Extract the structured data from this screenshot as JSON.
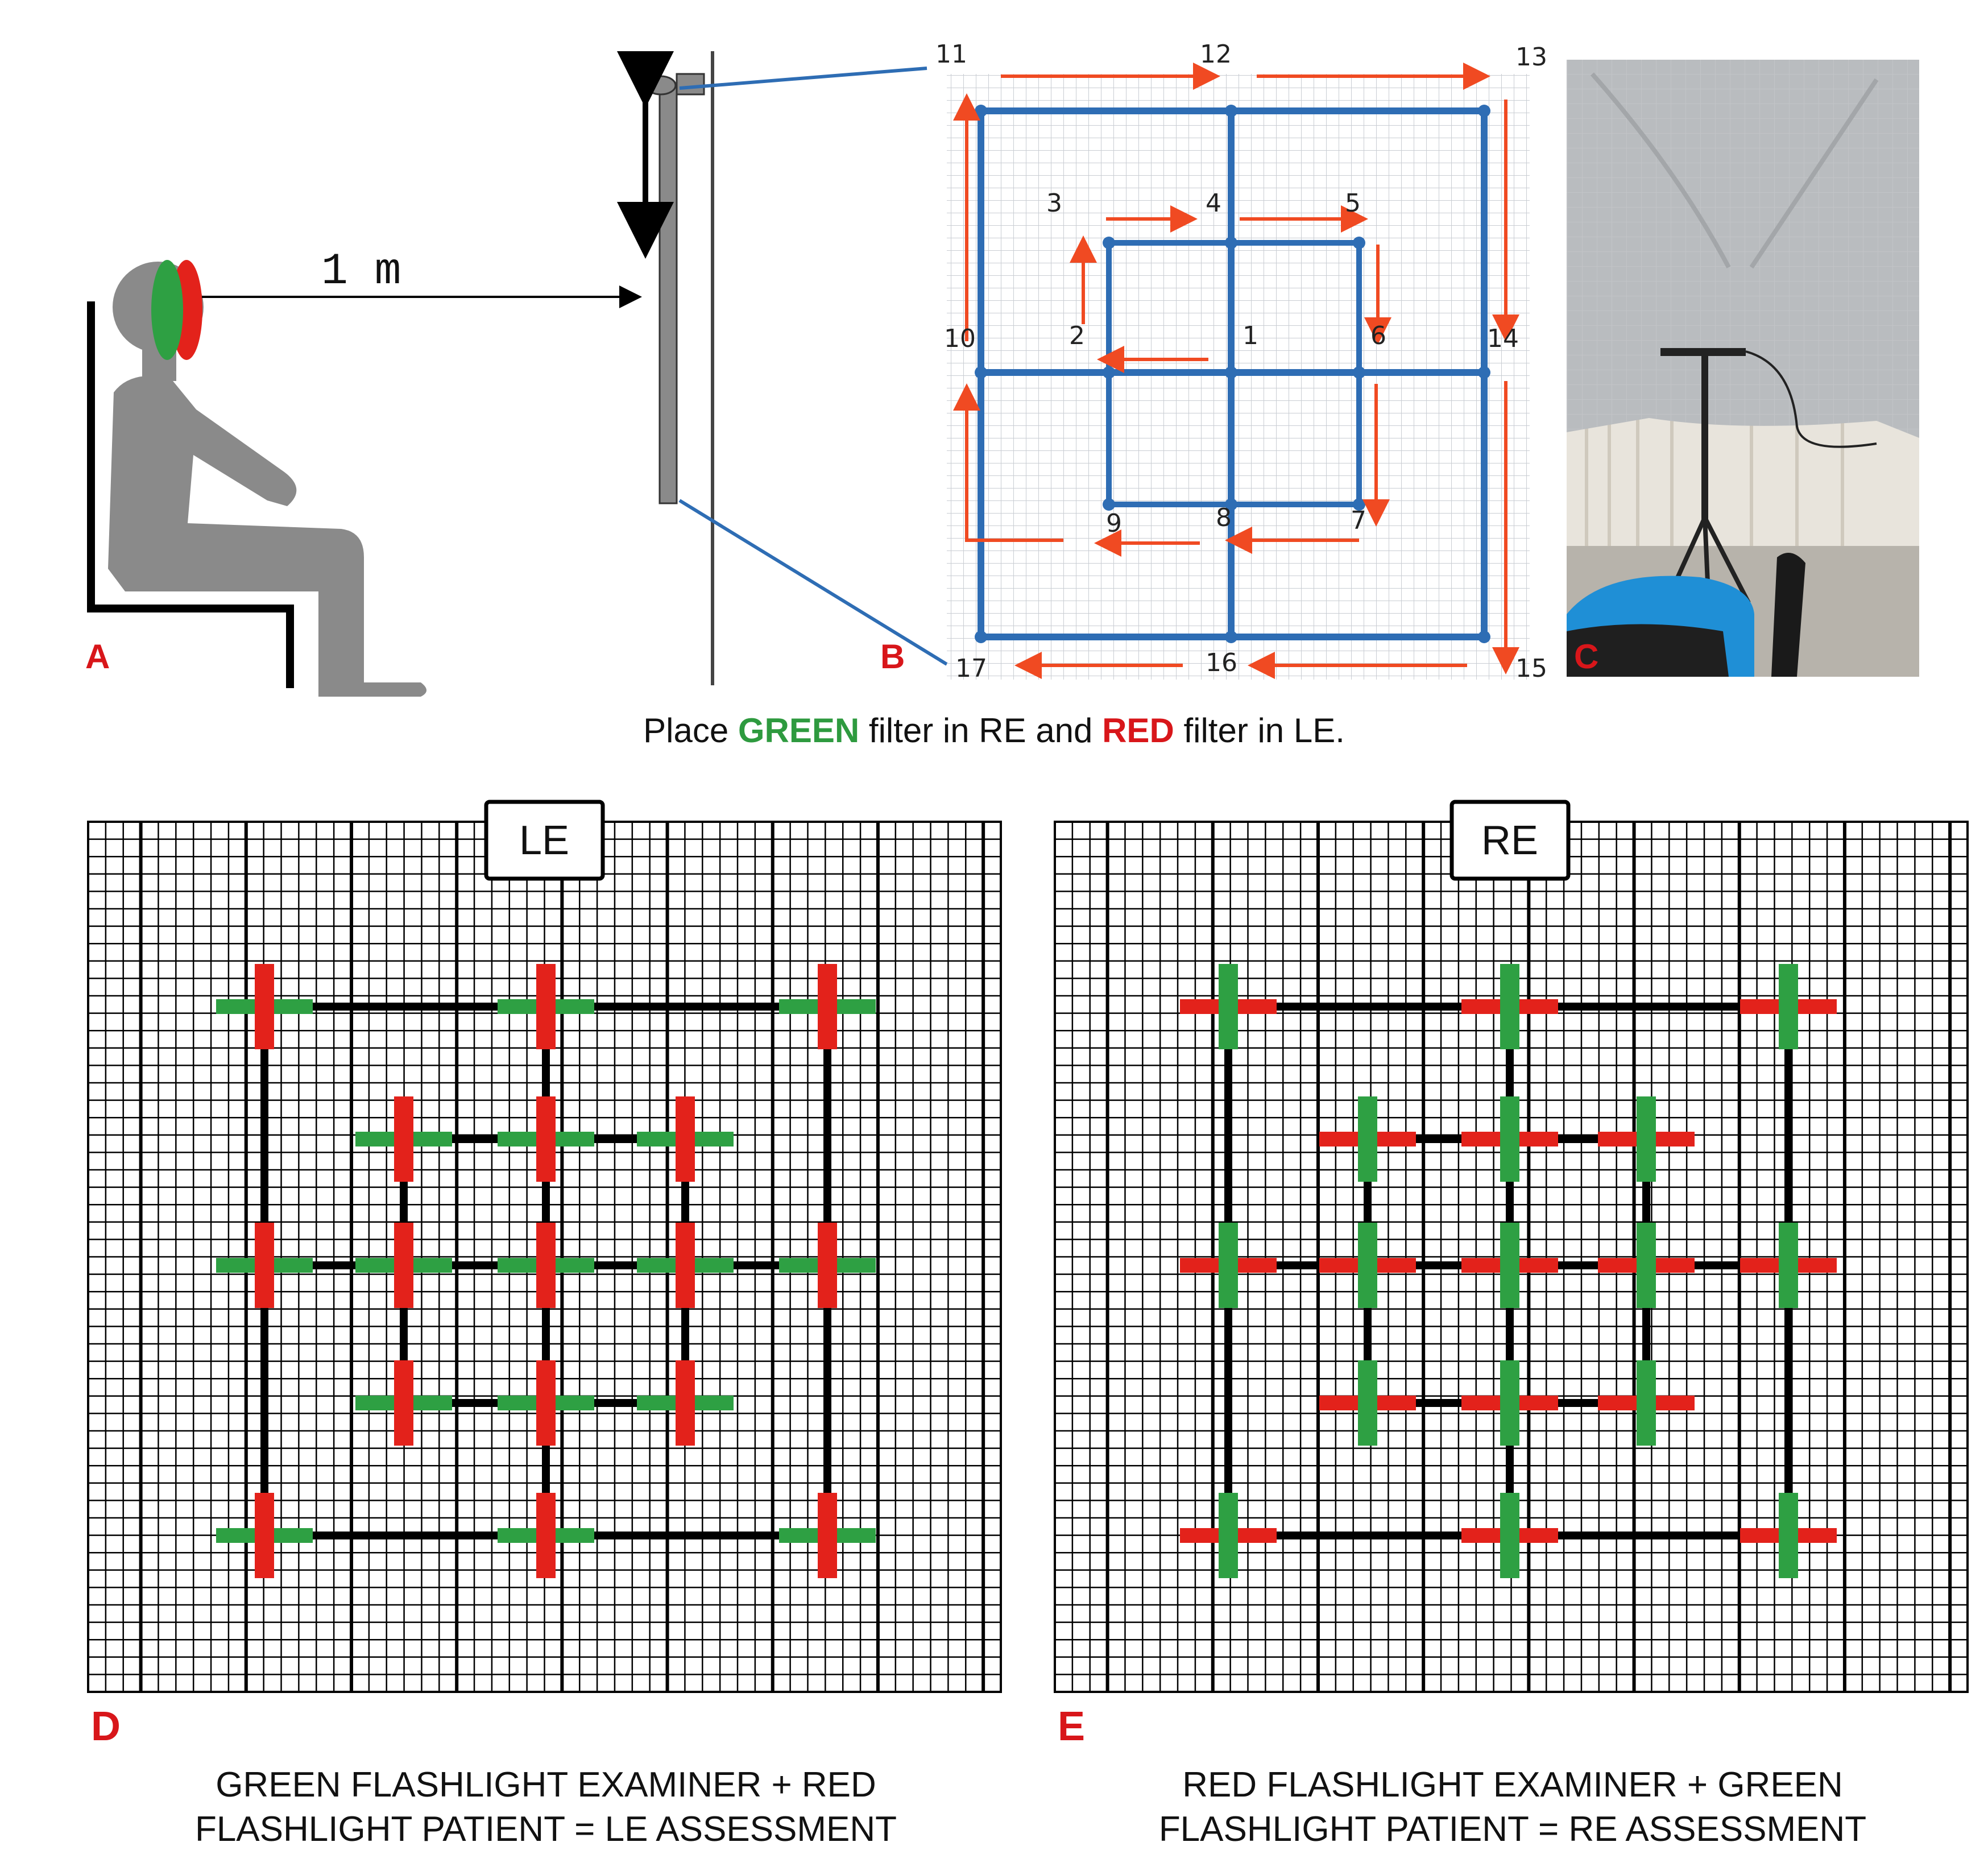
{
  "colors": {
    "green": "#2ea043",
    "red": "#e3221b",
    "blue": "#2e6db4",
    "route_arrow": "#f04a22",
    "figure_grey": "#8a8a8a",
    "grid_line": "#111111"
  },
  "panels": {
    "A": {
      "letter": "A",
      "distance_label": "1 m"
    },
    "B": {
      "letter": "B",
      "points": [
        {
          "id": "1",
          "label": "1"
        },
        {
          "id": "2",
          "label": "2"
        },
        {
          "id": "3",
          "label": "3"
        },
        {
          "id": "4",
          "label": "4"
        },
        {
          "id": "5",
          "label": "5"
        },
        {
          "id": "6",
          "label": "6"
        },
        {
          "id": "7",
          "label": "7"
        },
        {
          "id": "8",
          "label": "8"
        },
        {
          "id": "9",
          "label": "9"
        },
        {
          "id": "10",
          "label": "10"
        },
        {
          "id": "11",
          "label": "11"
        },
        {
          "id": "12",
          "label": "12"
        },
        {
          "id": "13",
          "label": "13"
        },
        {
          "id": "14",
          "label": "14"
        },
        {
          "id": "15",
          "label": "15"
        },
        {
          "id": "16",
          "label": "16"
        },
        {
          "id": "17",
          "label": "17"
        }
      ]
    },
    "C": {
      "letter": "C",
      "photo": "grid-screen-with-tripod-photo"
    },
    "D": {
      "letter": "D",
      "box_label": "LE",
      "caption_line1": "GREEN FLASHLIGHT EXAMINER + RED",
      "caption_line2": "FLASHLIGHT PATIENT = LE ASSESSMENT",
      "bar_orientation": "red-vertical-green-horizontal"
    },
    "E": {
      "letter": "E",
      "box_label": "RE",
      "caption_line1": "RED FLASHLIGHT EXAMINER + GREEN",
      "caption_line2": "FLASHLIGHT PATIENT = RE ASSESSMENT",
      "bar_orientation": "green-vertical-red-horizontal"
    }
  },
  "instruction": {
    "prefix": "Place ",
    "green_word": "GREEN",
    "middle": " filter in RE and ",
    "red_word": "RED",
    "suffix": " filter in LE."
  }
}
